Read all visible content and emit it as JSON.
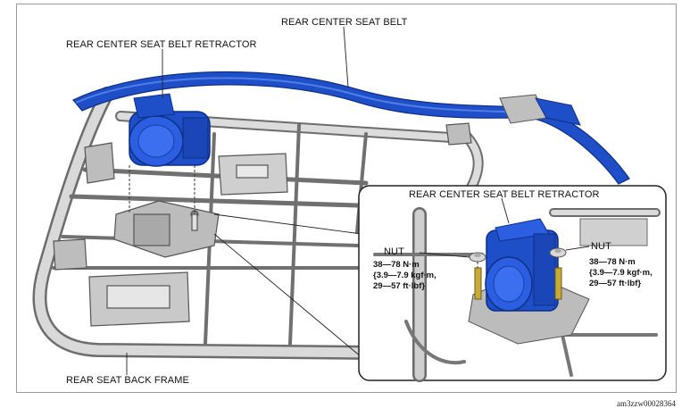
{
  "labels": {
    "belt": "REAR CENTER SEAT BELT",
    "retractor_main": "REAR CENTER SEAT BELT RETRACTOR",
    "retractor_detail": "REAR CENTER SEAT BELT RETRACTOR",
    "frame": "REAR SEAT BACK FRAME",
    "nut_left": "NUT",
    "nut_right": "NUT"
  },
  "torque_left": {
    "line1": "38—78 N·m",
    "line2": "{3.9—7.9 kgf·m,",
    "line3": "29—57 ft·lbf}"
  },
  "torque_right": {
    "line1": "38—78 N·m",
    "line2": "{3.9—7.9 kgf·m,",
    "line3": "29—57 ft·lbf}"
  },
  "document_id": "am3zzw00028364",
  "colors": {
    "belt": "#1f4fc8",
    "retractor": "#2458d6",
    "frame_metal": "#c8c8c8",
    "outline": "#555555"
  }
}
